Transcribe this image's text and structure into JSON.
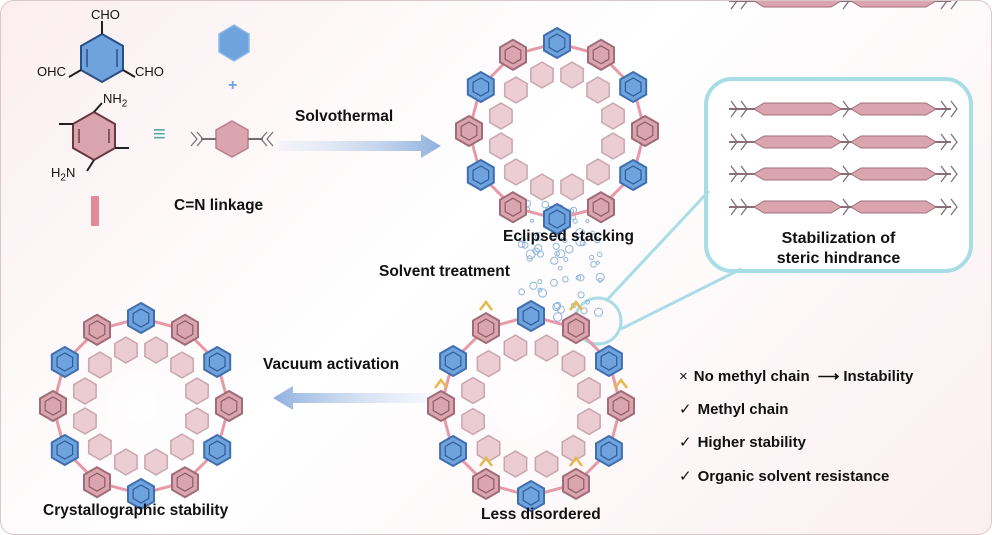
{
  "chemistry": {
    "aldehyde_top": "CHO",
    "aldehyde_left": "OHC",
    "aldehyde_right": "CHO",
    "amine_top": "NH",
    "amine_bottom": "H",
    "amine_sub": "2",
    "plus": "+",
    "equals": "≡",
    "linkage": "C=N linkage"
  },
  "steps": {
    "solvothermal": "Solvothermal",
    "eclipsed": "Eclipsed stacking",
    "solvent_treatment": "Solvent treatment",
    "vacuum": "Vacuum activation",
    "less_disordered": "Less disordered",
    "crystallographic": "Crystallographic stability"
  },
  "inset": {
    "title_line1": "Stabilization of",
    "title_line2": "steric hindrance"
  },
  "notes": [
    {
      "mark": "×",
      "text": "No methyl chain",
      "arrow": "⟶",
      "result": "Instability"
    },
    {
      "mark": "✓",
      "text": "Methyl chain"
    },
    {
      "mark": "✓",
      "text": "Higher stability"
    },
    {
      "mark": "✓",
      "text": "Organic solvent resistance"
    }
  ],
  "colors": {
    "blue_ring": "#6ea3dd",
    "blue_edge": "#3f6fb0",
    "pink_ring": "#dba5b0",
    "pink_edge": "#a06c78",
    "linker": "#e69aa7",
    "methyl_yellow": "#e6b94a",
    "inset_border": "#a9dde6",
    "arrow": "#9db7e0"
  }
}
